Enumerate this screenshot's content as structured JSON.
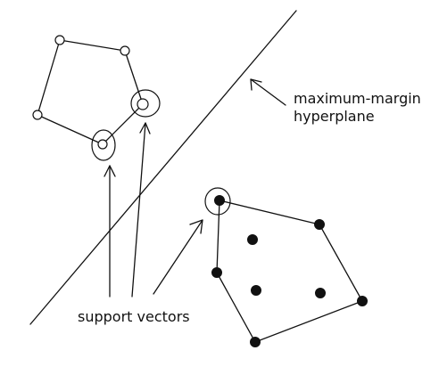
{
  "labels": {
    "hyperplane_line1": "maximum-margin",
    "hyperplane_line2": "hyperplane",
    "support_vectors": "support vectors"
  },
  "classes": {
    "hollow": {
      "point_count": 5,
      "support_vector_count": 2
    },
    "filled": {
      "point_count": 8,
      "support_vector_count": 1
    }
  }
}
